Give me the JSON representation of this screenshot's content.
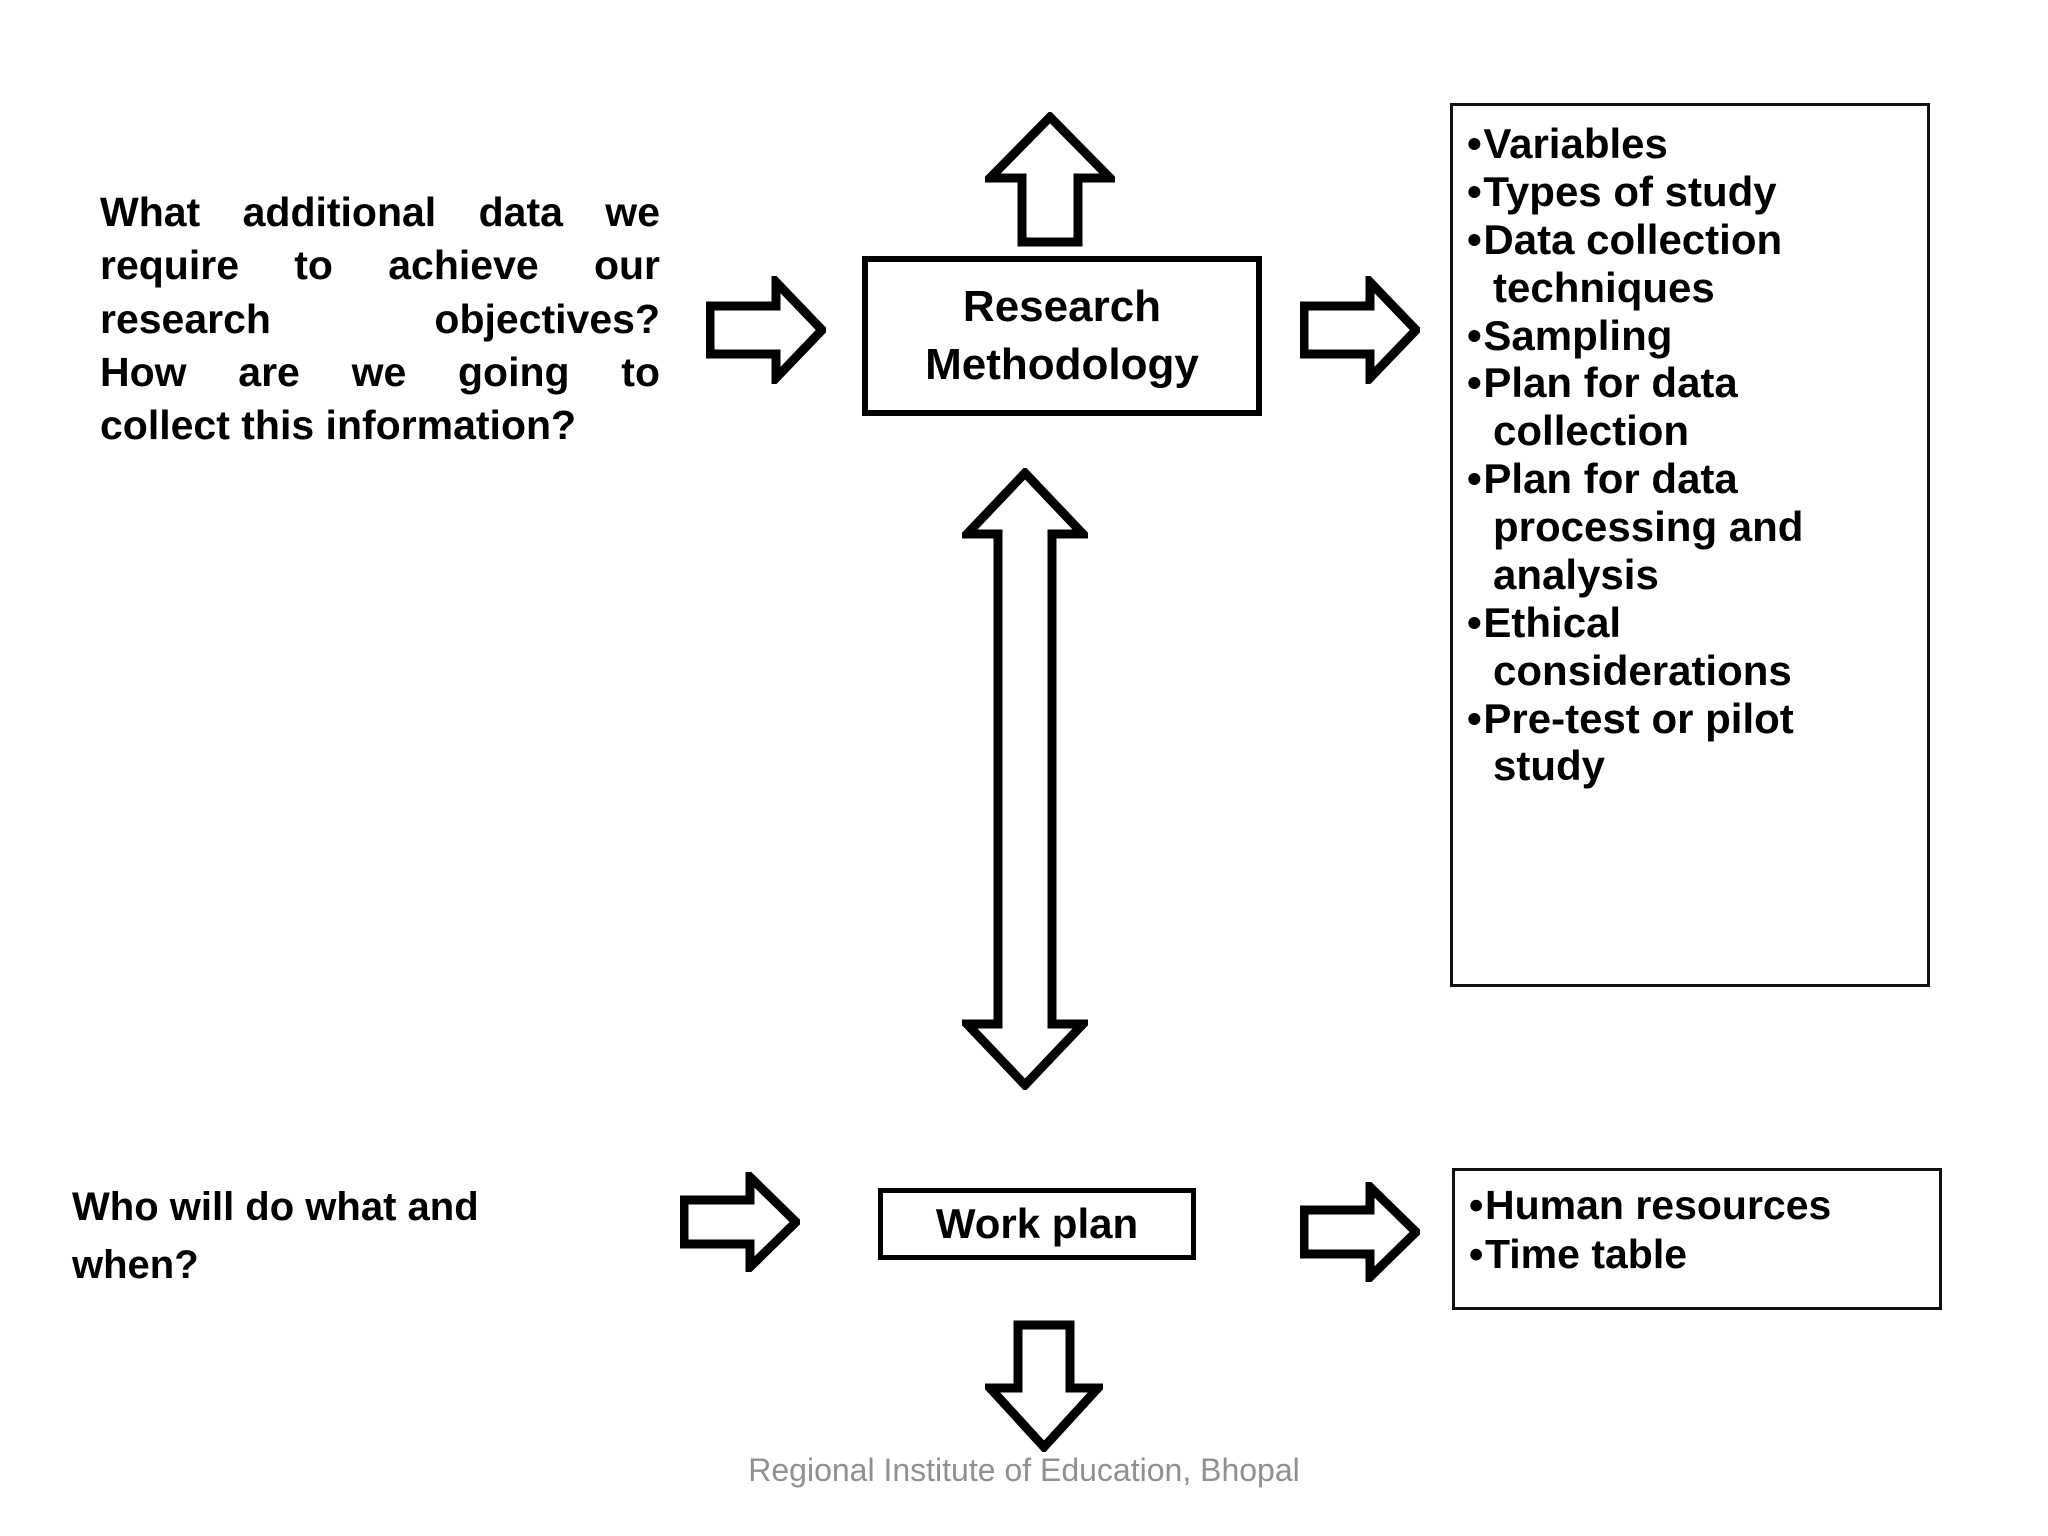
{
  "slide": {
    "background": "#ffffff",
    "ink_color": "#000000",
    "footer_color": "#909090"
  },
  "methodology_row": {
    "question_lines": [
      "What additional data we",
      "require to achieve our",
      "research objectives?",
      "How are we going to",
      "collect this information?"
    ],
    "question_full": "What additional data we require to achieve our research objectives? How are we going to collect this information?",
    "box_label_line1": "Research",
    "box_label_line2": "Methodology",
    "components_title": "",
    "components": [
      "Variables",
      "Types of study",
      "Data collection techniques",
      "Sampling",
      "Plan for data collection",
      "Plan for data processing and analysis",
      "Ethical considerations",
      "Pre-test or pilot study"
    ]
  },
  "workplan_row": {
    "question_lines": [
      "Who will do what and",
      "when?"
    ],
    "question_full": "Who will do what and when?",
    "box_label": "Work plan",
    "components": [
      "Human resources",
      "Time table"
    ]
  },
  "arrows": [
    {
      "name": "arrow-to-methodology",
      "direction": "right",
      "icon": "block-arrow-right-icon"
    },
    {
      "name": "arrow-methodology-to-list",
      "direction": "right",
      "icon": "block-arrow-right-icon"
    },
    {
      "name": "arrow-up-from-methodology",
      "direction": "up",
      "icon": "block-arrow-up-icon"
    },
    {
      "name": "arrow-double-vertical",
      "direction": "up-down",
      "icon": "block-arrow-updown-icon"
    },
    {
      "name": "arrow-to-workplan",
      "direction": "right",
      "icon": "block-arrow-right-icon"
    },
    {
      "name": "arrow-workplan-to-list",
      "direction": "right",
      "icon": "block-arrow-right-icon"
    },
    {
      "name": "arrow-down-from-workplan",
      "direction": "down",
      "icon": "block-arrow-down-icon"
    }
  ],
  "footer": {
    "credit": "Regional Institute of Education, Bhopal"
  }
}
